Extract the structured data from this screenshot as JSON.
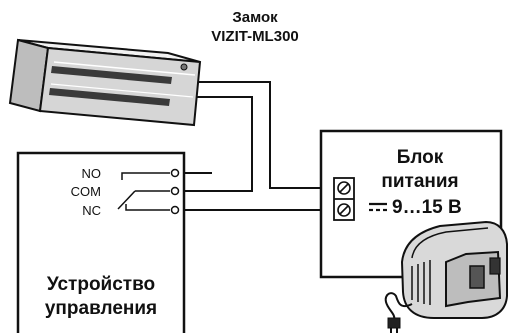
{
  "lock": {
    "title_line1": "Замок",
    "title_line2": "VIZIT-ML300"
  },
  "controller": {
    "title_line1": "Устройство",
    "title_line2": "управления",
    "terminals": [
      "NO",
      "COM",
      "NC"
    ]
  },
  "power_supply": {
    "title_line1": "Блок",
    "title_line2": "питания",
    "voltage": "9…15 В"
  },
  "colors": {
    "ink": "#111111",
    "background": "#ffffff",
    "lock_shade": "#cfcfcf",
    "adapter_shade": "#d9d9d9"
  }
}
